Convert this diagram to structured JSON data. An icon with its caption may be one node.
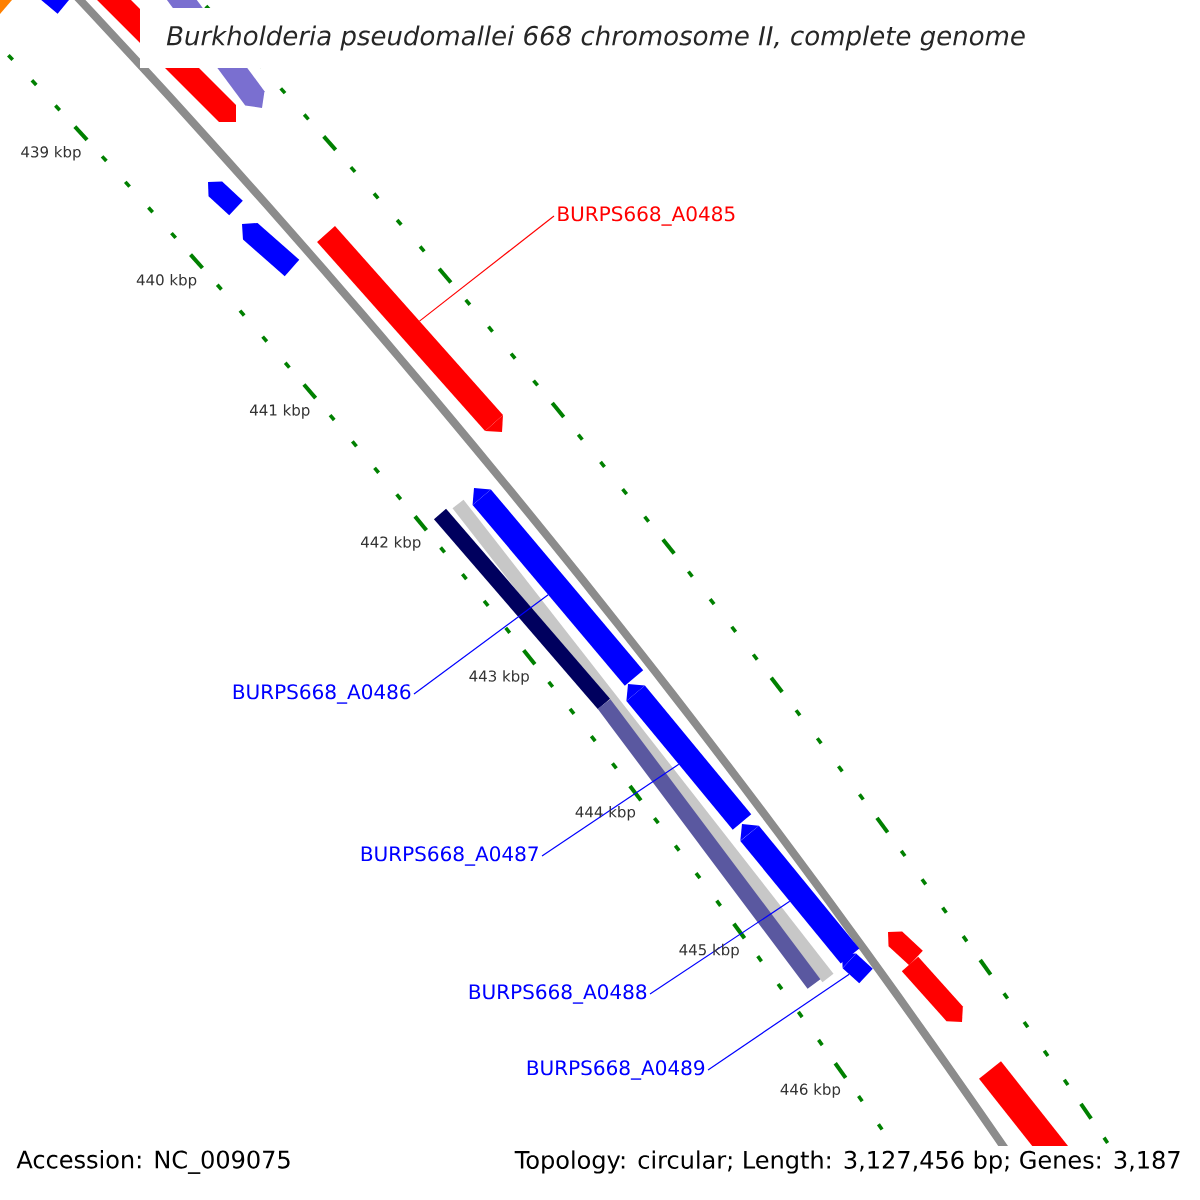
{
  "diagram": {
    "title": "Burkholderia pseudomallei 668 chromosome II, complete genome",
    "nodes": [
      {
        "text": [
          "BURPS668_A0485"
        ]
      },
      {
        "text": [],
        "shape": "bar"
      },
      {
        "text": [
          "BURPS668_A0486"
        ]
      },
      {
        "text": [],
        "shape": "bar"
      },
      {
        "text": [
          "BURPS668_A0487"
        ]
      },
      {
        "text": [],
        "shape": "bar"
      },
      {
        "text": [
          "BURPS668_A0488"
        ]
      },
      {
        "text": [],
        "shape": "bar"
      },
      {
        "text": [
          "BURPS668_A0489"
        ]
      },
      {
        "text": [],
        "shape": "bar"
      }
    ],
    "edges": [
      {
        "from": 0,
        "to": 1,
        "arrow": "none",
        "color": "#ff0000"
      },
      {
        "from": 2,
        "to": 3,
        "arrow": "none"
      },
      {
        "from": 4,
        "to": 5,
        "arrow": "none"
      },
      {
        "from": 6,
        "to": 7,
        "arrow": "none"
      },
      {
        "from": 8,
        "to": 9,
        "arrow": "none"
      }
    ],
    "labels": [
      "439 kbp",
      "440 kbp",
      "441 kbp",
      "442 kbp",
      "443 kbp",
      "444 kbp",
      "445 kbp",
      "446 kbp",
      "Accession: NC_009075",
      "Topology: circular; Length: 3,127,456 bp; Genes: 3,187"
    ]
  }
}
